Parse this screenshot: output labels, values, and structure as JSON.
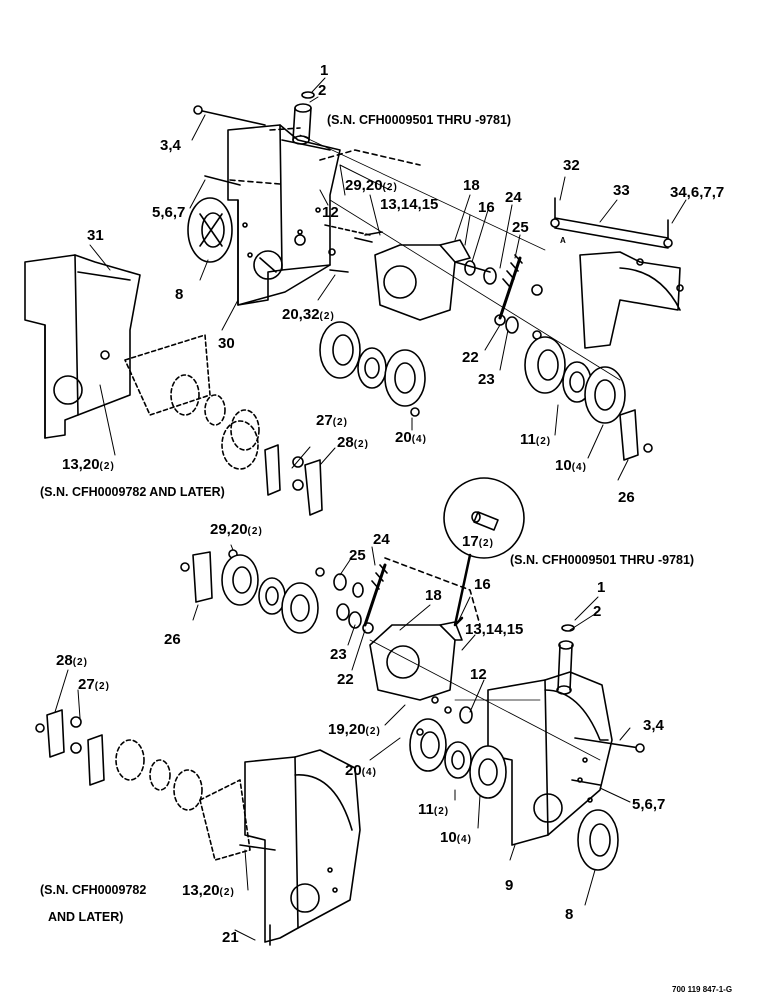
{
  "labels": [
    {
      "id": "c1",
      "text": "1"
    },
    {
      "id": "c2",
      "text": "2"
    },
    {
      "id": "c3",
      "text": "3,4"
    },
    {
      "id": "c4",
      "text": "5,6,7"
    },
    {
      "id": "c5",
      "text": "8"
    },
    {
      "id": "c6",
      "text": "31"
    },
    {
      "id": "c7",
      "text": "30"
    },
    {
      "id": "c8",
      "text": "12"
    },
    {
      "id": "c9",
      "text": "29,20",
      "q": "(2)"
    },
    {
      "id": "c10",
      "text": "18"
    },
    {
      "id": "c11",
      "text": "13,14,15"
    },
    {
      "id": "c12",
      "text": "16"
    },
    {
      "id": "c13",
      "text": "24"
    },
    {
      "id": "c14",
      "text": "25"
    },
    {
      "id": "c15",
      "text": "32"
    },
    {
      "id": "c16",
      "text": "33"
    },
    {
      "id": "c17",
      "text": "34,6,7,7"
    },
    {
      "id": "c18",
      "text": "20,32",
      "q": "(2)"
    },
    {
      "id": "c19",
      "text": "22"
    },
    {
      "id": "c20",
      "text": "23"
    },
    {
      "id": "c21",
      "text": "27",
      "q": "(2)"
    },
    {
      "id": "c22",
      "text": "28",
      "q": "(2)"
    },
    {
      "id": "c23",
      "text": "20",
      "q": "(4)"
    },
    {
      "id": "c24",
      "text": "11",
      "q": "(2)"
    },
    {
      "id": "c25",
      "text": "10",
      "q": "(4)"
    },
    {
      "id": "c26",
      "text": "26"
    },
    {
      "id": "c27",
      "text": "13,20",
      "q": "(2)"
    },
    {
      "id": "c28",
      "text": "17",
      "q": "(2)"
    },
    {
      "id": "c29",
      "text": "29,20",
      "q": "(2)"
    },
    {
      "id": "c30",
      "text": "24"
    },
    {
      "id": "c31",
      "text": "25"
    },
    {
      "id": "c32",
      "text": "26"
    },
    {
      "id": "c33",
      "text": "18"
    },
    {
      "id": "c34",
      "text": "16"
    },
    {
      "id": "c35",
      "text": "13,14,15"
    },
    {
      "id": "c36",
      "text": "1"
    },
    {
      "id": "c37",
      "text": "2"
    },
    {
      "id": "c38",
      "text": "23"
    },
    {
      "id": "c39",
      "text": "22"
    },
    {
      "id": "c40",
      "text": "12"
    },
    {
      "id": "c41",
      "text": "28",
      "q": "(2)"
    },
    {
      "id": "c42",
      "text": "27",
      "q": "(2)"
    },
    {
      "id": "c43",
      "text": "19,20",
      "q": "(2)"
    },
    {
      "id": "c44",
      "text": "3,4"
    },
    {
      "id": "c45",
      "text": "20",
      "q": "(4)"
    },
    {
      "id": "c46",
      "text": "5,6,7"
    },
    {
      "id": "c47",
      "text": "11",
      "q": "(2)"
    },
    {
      "id": "c48",
      "text": "10",
      "q": "(4)"
    },
    {
      "id": "c49",
      "text": "9"
    },
    {
      "id": "c50",
      "text": "8"
    },
    {
      "id": "c51",
      "text": "13,20",
      "q": "(2)"
    },
    {
      "id": "c52",
      "text": "21"
    }
  ],
  "notes": {
    "top_serial": "(S.N. CFH0009501 THRU -9781)",
    "mid_left_serial": "(S.N. CFH0009782 AND LATER)",
    "mid_right_serial": "(S.N. CFH0009501 THRU -9781)",
    "bottom_serial_line1": "(S.N. CFH0009782",
    "bottom_serial_line2": "AND LATER)",
    "drawing_code": "700 119 847-1-G",
    "detail_marker": "A"
  }
}
